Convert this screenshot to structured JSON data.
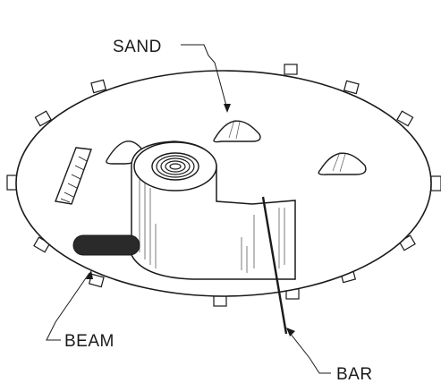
{
  "labels": {
    "sand": "SAND",
    "beam": "BEAM",
    "bar": "BAR"
  },
  "colors": {
    "ink": "#1a1a1a",
    "beam_fill": "#2a2a2a",
    "background": "#ffffff"
  }
}
